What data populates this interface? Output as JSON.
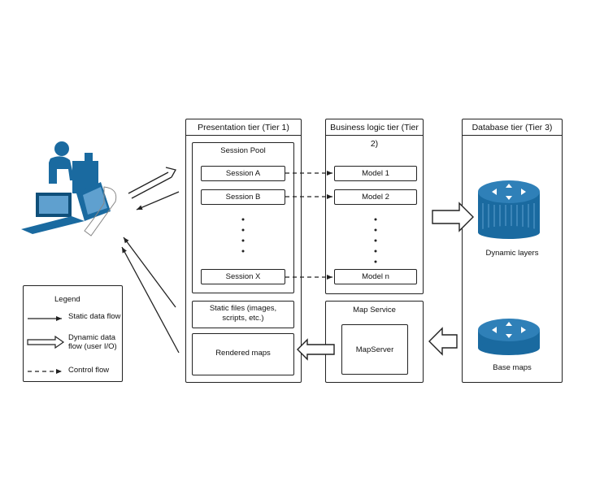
{
  "tiers": {
    "presentation": "Presentation tier (Tier 1)",
    "business": "Business logic tier (Tier 2)",
    "database": "Database tier (Tier 3)"
  },
  "session_pool": {
    "title": "Session Pool",
    "sessions": [
      "Session A",
      "Session B",
      "Session X"
    ]
  },
  "models": [
    "Model 1",
    "Model 2",
    "Model n"
  ],
  "static_files": "Static files (images, scripts, etc.)",
  "rendered_maps": "Rendered maps",
  "map_service": {
    "title": "Map Service",
    "server": "MapServer"
  },
  "database": {
    "dynamic_layers": "Dynamic layers",
    "base_maps": "Base maps"
  },
  "legend": {
    "title": "Legend",
    "static": "Static data flow",
    "dynamic": "Dynamic data flow (user I/O)",
    "control": "Control flow"
  },
  "colors": {
    "accent": "#1a6aa0",
    "line": "#222222"
  },
  "icons": [
    "user-at-computer-icon",
    "database-cylinder-icon"
  ]
}
